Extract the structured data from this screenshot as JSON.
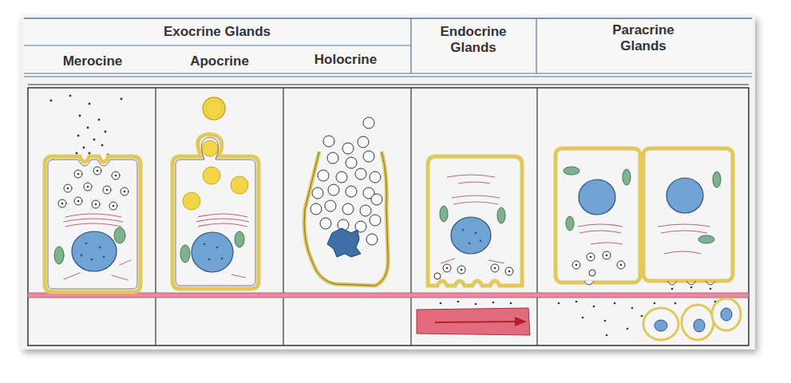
{
  "diagram": {
    "labels": [
      "Exocrine Glands",
      "Endocrine Glands",
      "Paracrine Glands",
      "Merocine",
      "Apocrine",
      "Holocrine"
    ]
  }
}
